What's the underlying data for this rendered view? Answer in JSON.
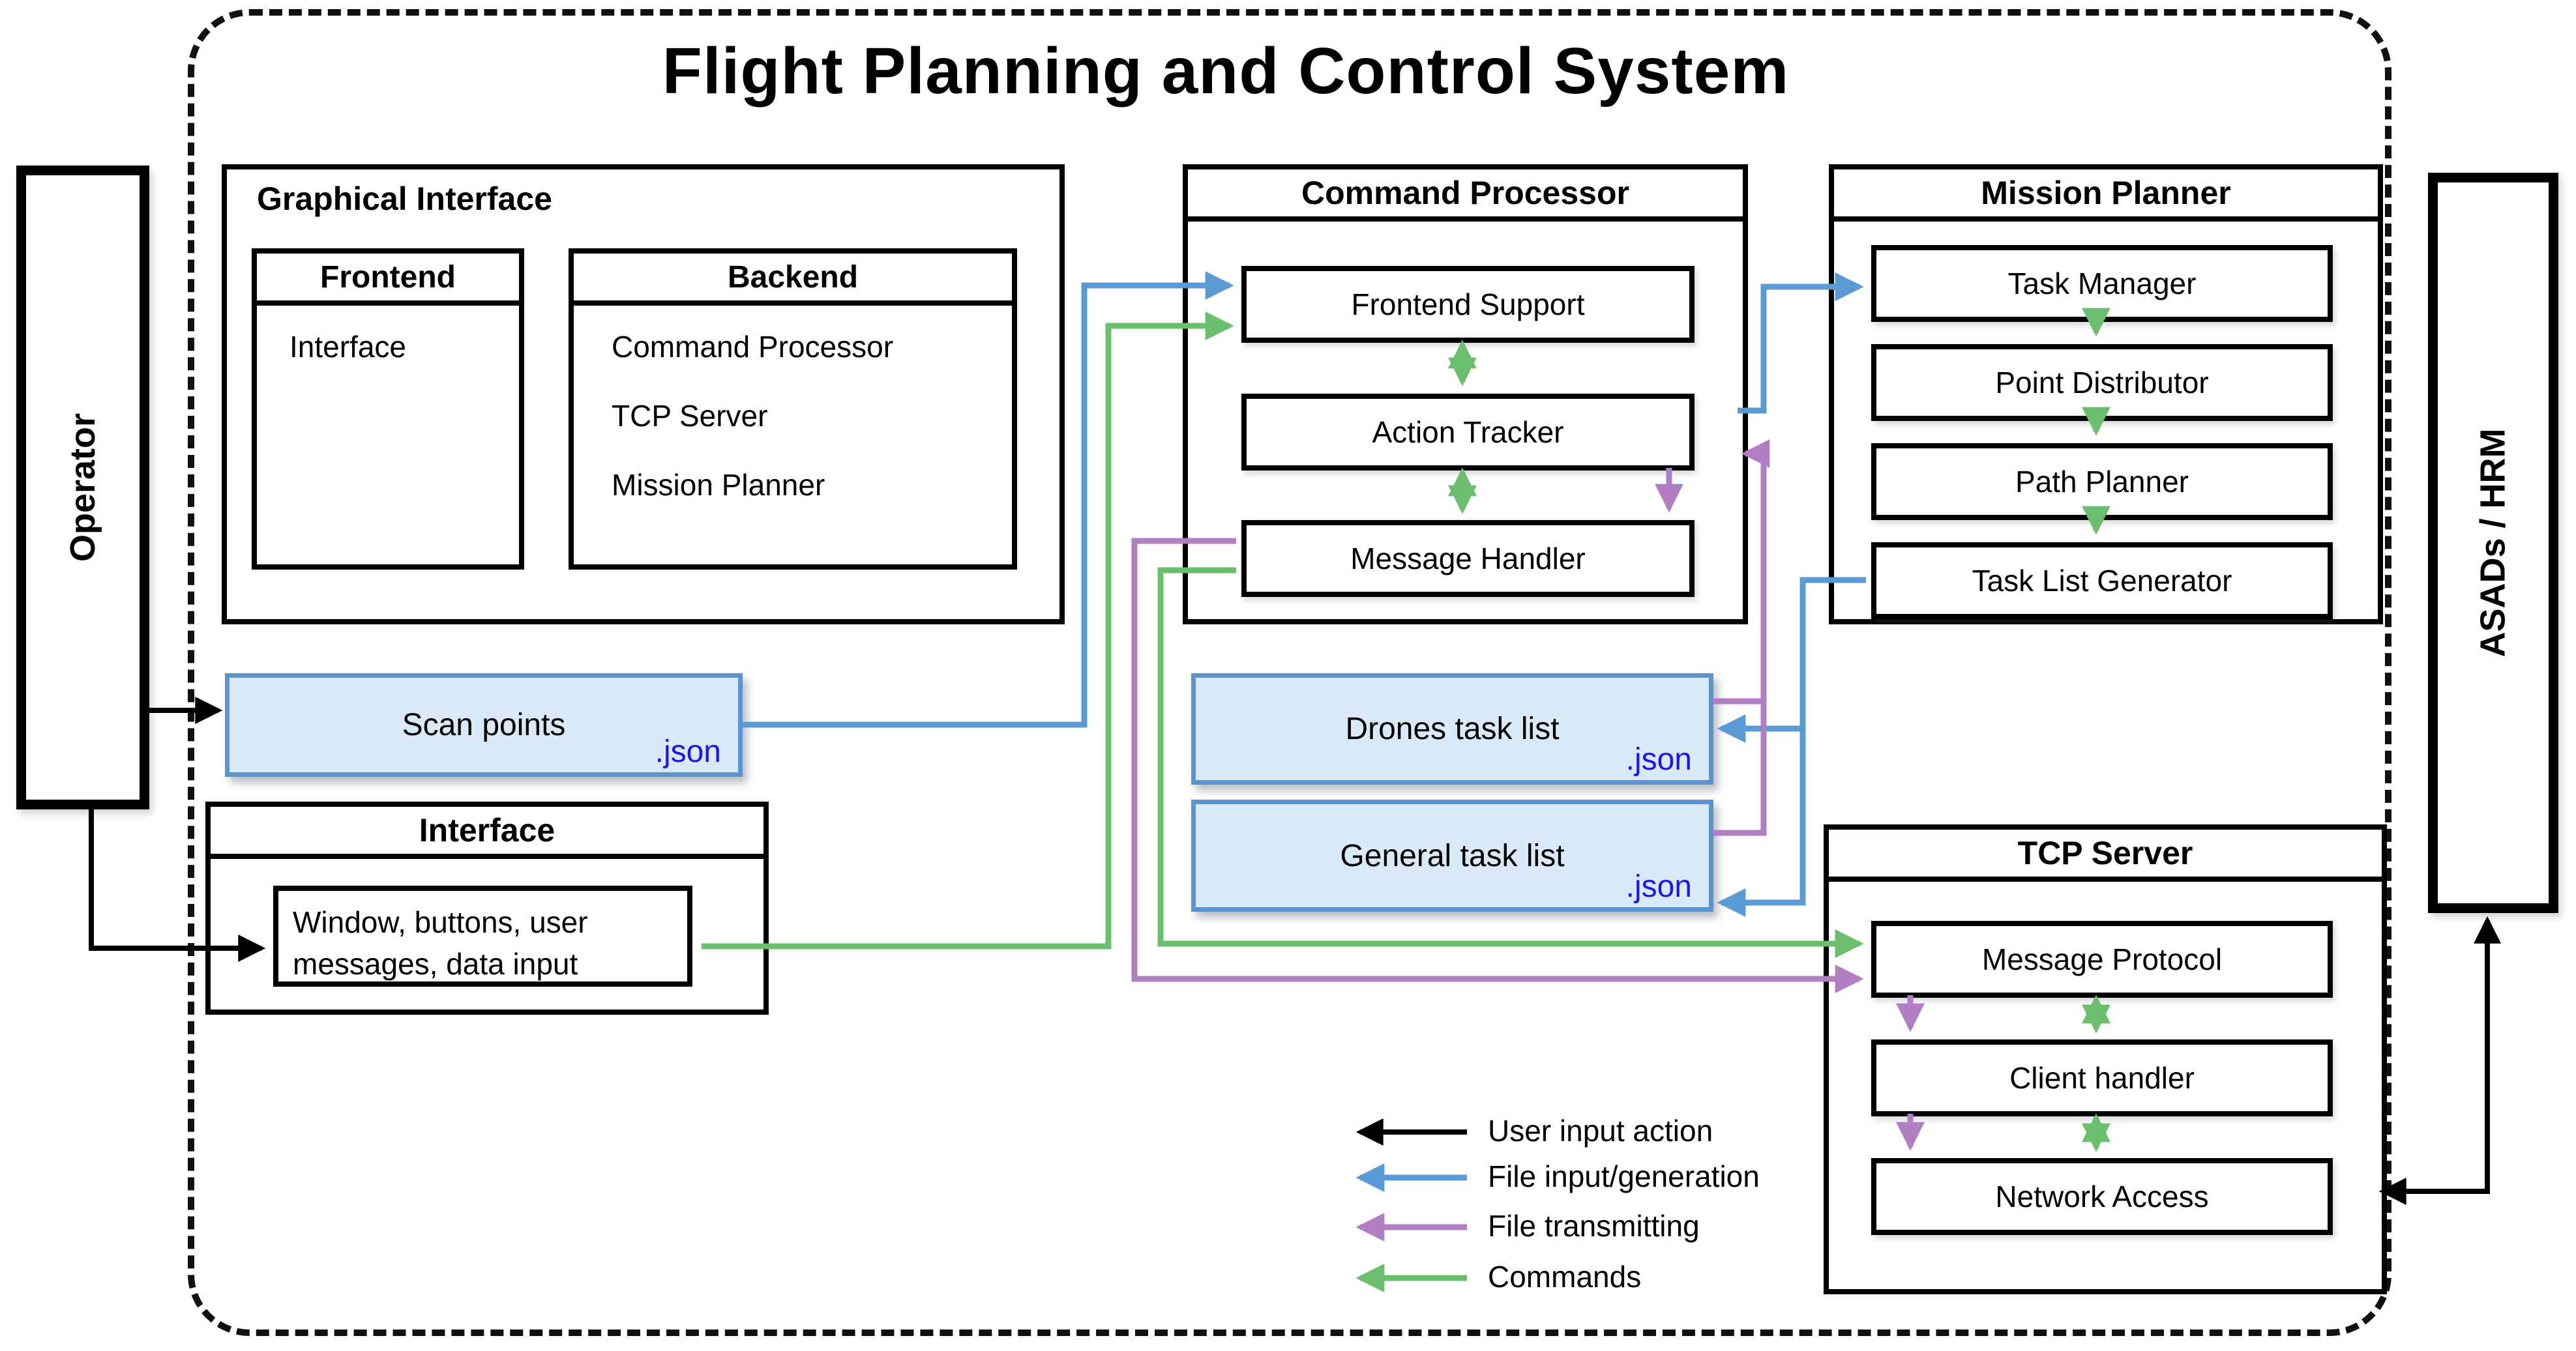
{
  "title": "Flight Planning and Control System",
  "actors": {
    "operator": "Operator",
    "asads_hrm": "ASADs / HRM"
  },
  "graphical_interface": {
    "title": "Graphical Interface",
    "frontend": {
      "title": "Frontend",
      "item": "Interface"
    },
    "backend": {
      "title": "Backend",
      "items": [
        "Command Processor",
        "TCP Server",
        "Mission Planner"
      ]
    }
  },
  "command_processor": {
    "title": "Command Processor",
    "modules": [
      "Frontend Support",
      "Action Tracker",
      "Message Handler"
    ]
  },
  "mission_planner": {
    "title": "Mission Planner",
    "modules": [
      "Task Manager",
      "Point Distributor",
      "Path Planner",
      "Task List Generator"
    ]
  },
  "tcp_server": {
    "title": "TCP Server",
    "modules": [
      "Message Protocol",
      "Client handler",
      "Network Access"
    ]
  },
  "files": {
    "scan_points": {
      "label": "Scan points",
      "ext": ".json"
    },
    "drones_task_list": {
      "label": "Drones task list",
      "ext": ".json"
    },
    "general_task_list": {
      "label": "General task list",
      "ext": ".json"
    }
  },
  "interface_panel": {
    "title": "Interface",
    "content_line1": "Window, buttons, user",
    "content_line2": "messages, data input"
  },
  "legend": {
    "user_input": "User input action",
    "file_input": "File input/generation",
    "file_transmit": "File transmitting",
    "commands": "Commands"
  },
  "colors": {
    "black": "#000000",
    "blue": "#5B9BD5",
    "purple": "#B27FC4",
    "green": "#6ABE6E",
    "file_fill": "#D9E9F8",
    "file_border": "#5B94CF",
    "json_text": "#1A16E8"
  }
}
